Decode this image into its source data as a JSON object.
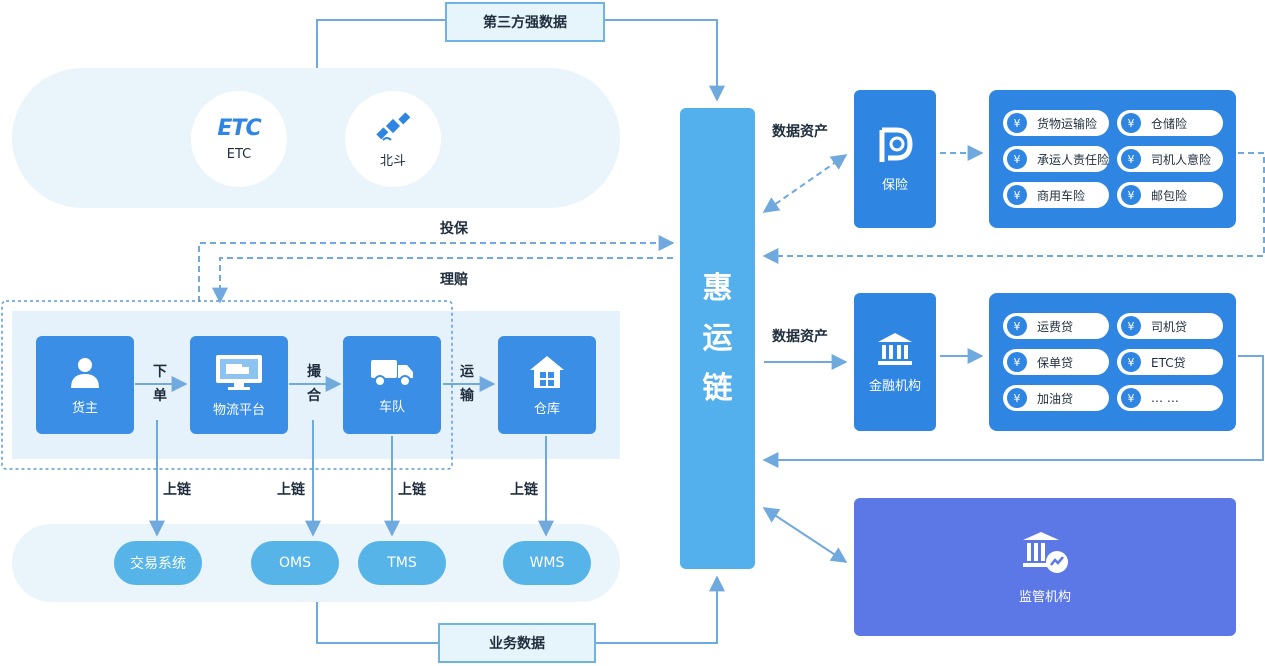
{
  "labels": {
    "third_party": "第三方强数据",
    "business_data": "业务数据",
    "insure": "投保",
    "claim": "理赔",
    "data_asset_1": "数据资产",
    "data_asset_2": "数据资产",
    "order_1": "下",
    "order_2": "单",
    "match_1": "撮",
    "match_2": "合",
    "transport_1": "运",
    "transport_2": "输",
    "chain_1": "上链",
    "chain_2": "上链",
    "chain_3": "上链",
    "chain_4": "上链"
  },
  "sources": [
    {
      "icon": "etc-logo",
      "logo_text": "ETC",
      "label": "ETC"
    },
    {
      "icon": "satellite-icon",
      "label": "北斗"
    }
  ],
  "nodes": [
    {
      "icon": "person-icon",
      "label": "货主"
    },
    {
      "icon": "monitor-truck-icon",
      "label": "物流平台"
    },
    {
      "icon": "truck-icon",
      "label": "车队"
    },
    {
      "icon": "warehouse-icon",
      "label": "仓库"
    }
  ],
  "systems": [
    "交易系统",
    "OMS",
    "TMS",
    "WMS"
  ],
  "central": {
    "chars": [
      "惠",
      "运",
      "链"
    ]
  },
  "insurance": {
    "icon": "insurance-logo",
    "label": "保险",
    "products": [
      "货物运输险",
      "仓储险",
      "承运人责任险",
      "司机人意险",
      "商用车险",
      "邮包险"
    ]
  },
  "finance": {
    "icon": "bank-icon",
    "label": "金融机构",
    "products": [
      "运费贷",
      "司机贷",
      "保单贷",
      "ETC贷",
      "加油贷",
      "… …"
    ]
  },
  "regulator": {
    "icon": "regulator-icon",
    "label": "监管机构"
  },
  "yen_symbol": "¥",
  "colors": {
    "primary": "#3a8ee6",
    "central": "#53b0ec",
    "regulator": "#5b78e6",
    "line": "#6fa9dd",
    "light_bg": "#eaf4fb"
  }
}
